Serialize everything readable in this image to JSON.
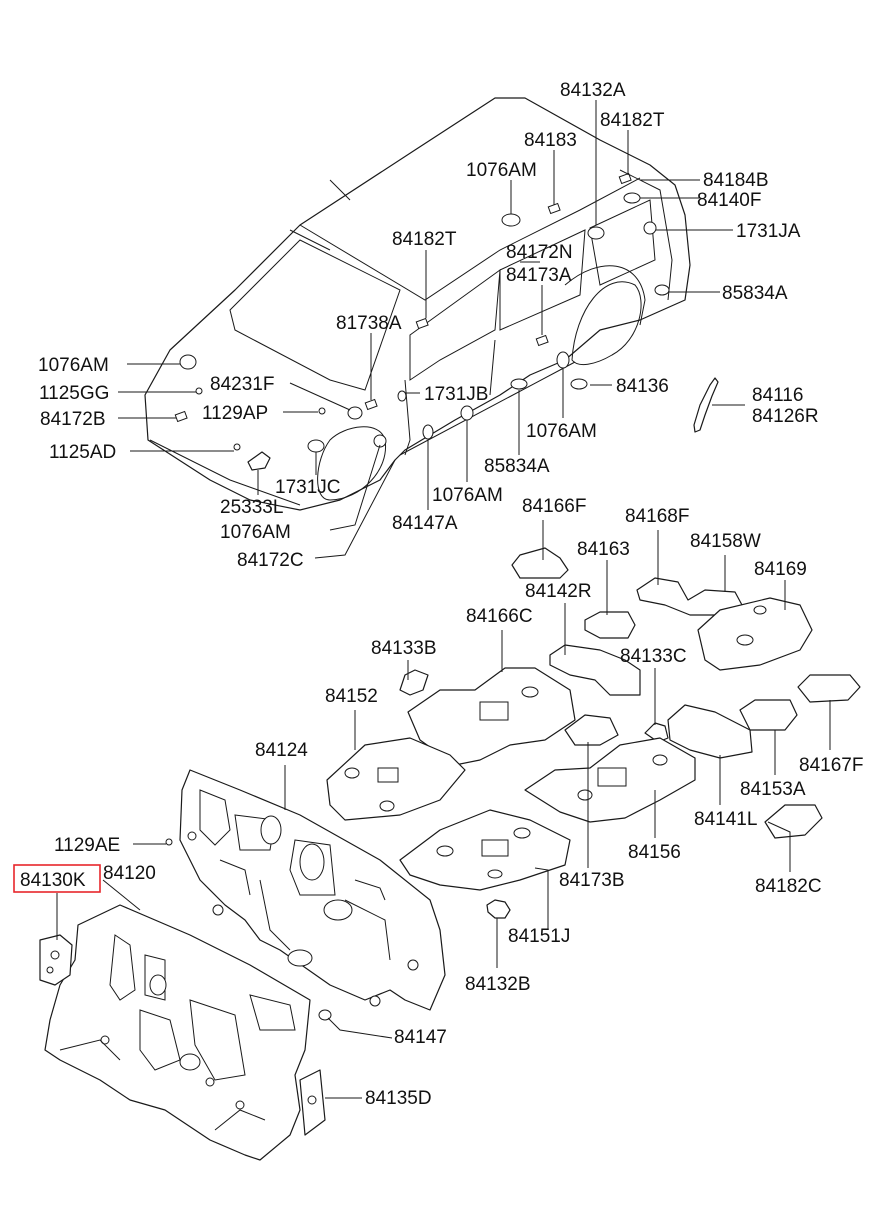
{
  "highlight_color": "#e8262b",
  "highlighted_part": "84130K",
  "labels": {
    "l_84132A": "84132A",
    "l_84182T_a": "84182T",
    "l_84183": "84183",
    "l_1076AM_a": "1076AM",
    "l_84184B": "84184B",
    "l_84140F": "84140F",
    "l_1731JA": "1731JA",
    "l_84182T_b": "84182T",
    "l_84172N": "84172N",
    "l_84173A": "84173A",
    "l_85834A_a": "85834A",
    "l_81738A": "81738A",
    "l_1076AM_b": "1076AM",
    "l_1125GG": "1125GG",
    "l_84231F": "84231F",
    "l_1731JB": "1731JB",
    "l_84136": "84136",
    "l_84116": "84116",
    "l_84126R": "84126R",
    "l_84172B": "84172B",
    "l_1129AP": "1129AP",
    "l_1125AD": "1125AD",
    "l_1076AM_c": "1076AM",
    "l_85834A_b": "85834A",
    "l_1731JC": "1731JC",
    "l_1076AM_d": "1076AM",
    "l_25333L": "25333L",
    "l_84147A": "84147A",
    "l_1076AM_e": "1076AM",
    "l_84166F": "84166F",
    "l_84168F": "84168F",
    "l_84172C": "84172C",
    "l_84163": "84163",
    "l_84158W": "84158W",
    "l_84142R": "84142R",
    "l_84169": "84169",
    "l_84166C": "84166C",
    "l_84133B": "84133B",
    "l_84133C": "84133C",
    "l_84152": "84152",
    "l_84124": "84124",
    "l_84167F": "84167F",
    "l_84153A": "84153A",
    "l_84141L": "84141L",
    "l_1129AE": "1129AE",
    "l_84156": "84156",
    "l_84130K": "84130K",
    "l_84120": "84120",
    "l_84173B": "84173B",
    "l_84182C": "84182C",
    "l_84151J": "84151J",
    "l_84132B": "84132B",
    "l_84147": "84147",
    "l_84135D": "84135D"
  }
}
